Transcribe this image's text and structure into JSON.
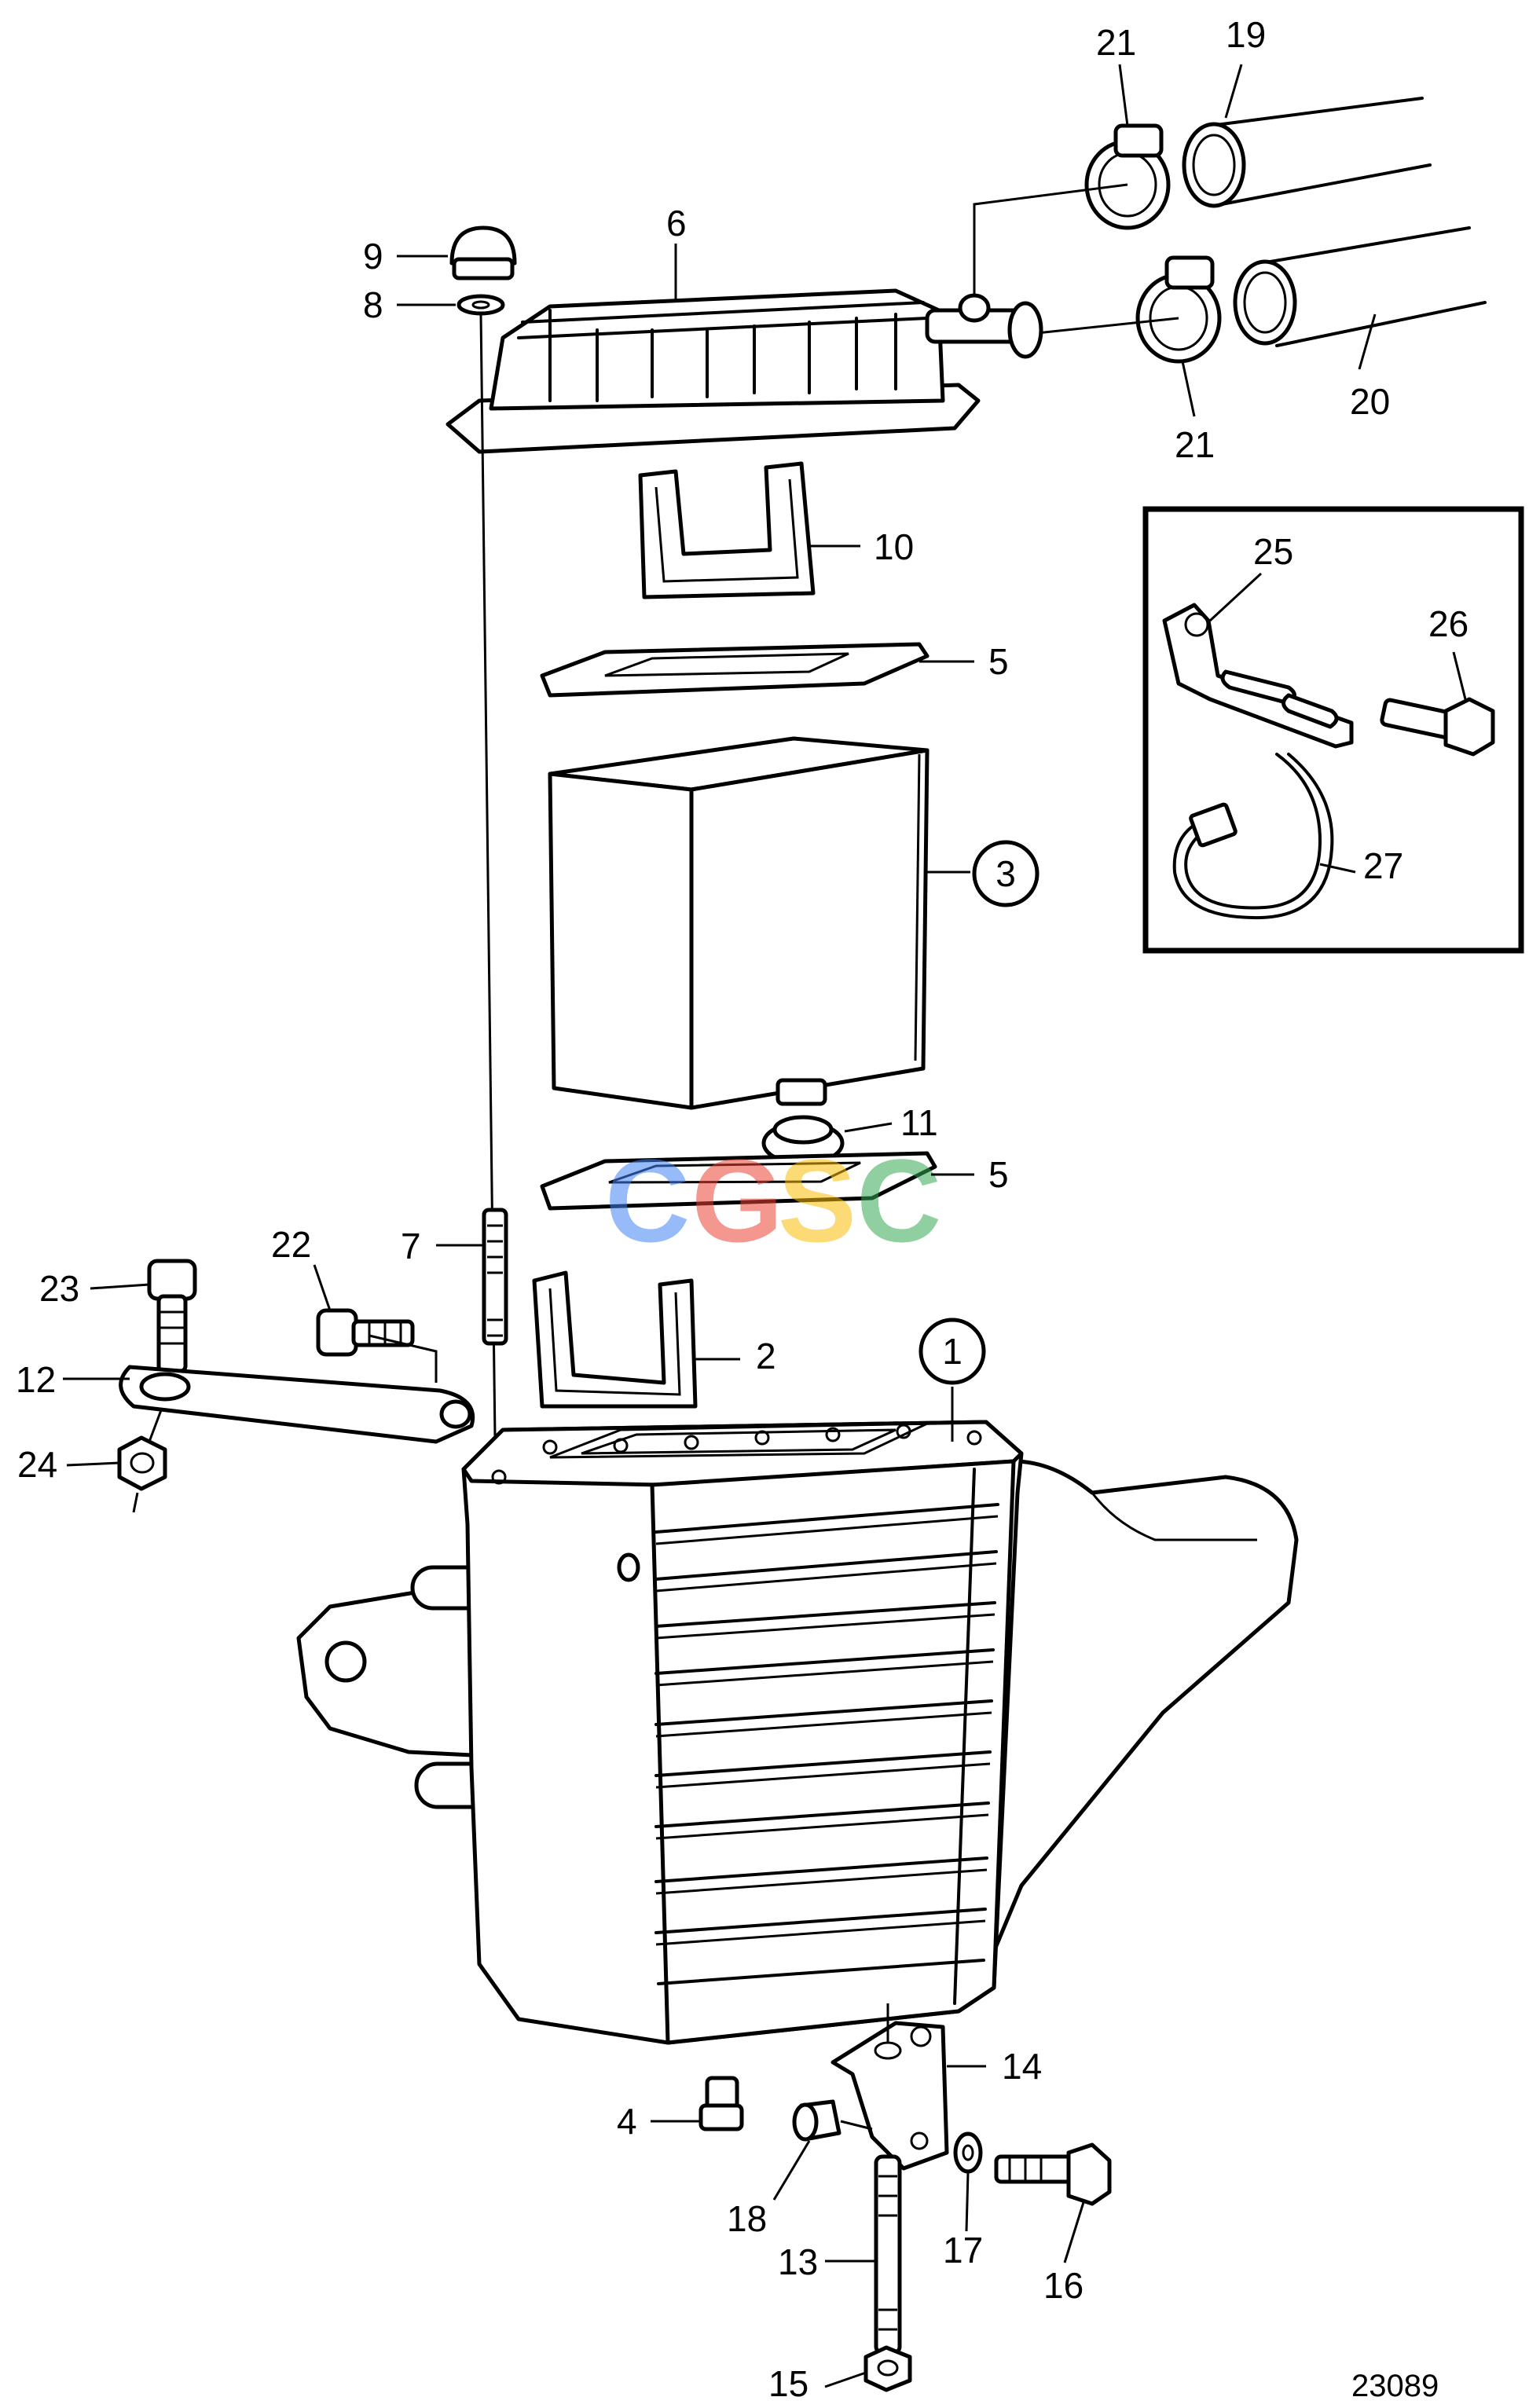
{
  "diagram": {
    "drawing_number": "23089",
    "watermark": {
      "letters": [
        "C",
        "G",
        "S",
        "C"
      ],
      "colors": [
        "#4285f4",
        "#ea4335",
        "#fbbc05",
        "#34a853"
      ]
    },
    "callouts": [
      "1",
      "2",
      "3",
      "4",
      "5",
      "5",
      "6",
      "7",
      "8",
      "9",
      "10",
      "11",
      "12",
      "13",
      "14",
      "15",
      "16",
      "17",
      "18",
      "19",
      "20",
      "21",
      "21",
      "22",
      "23",
      "24",
      "25",
      "26",
      "27"
    ]
  }
}
